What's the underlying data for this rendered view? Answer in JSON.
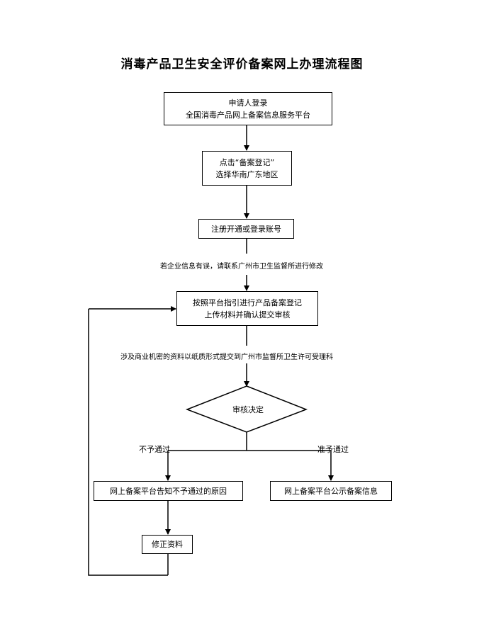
{
  "title": "消毒产品卫生安全评价备案网上办理流程图",
  "steps": {
    "login": {
      "line1": "申请人登录",
      "line2": "全国消毒产品网上备案信息服务平台"
    },
    "register_click": {
      "line1": "点击“备案登记”",
      "line2": "选择华南广东地区"
    },
    "account": {
      "line1": "注册开通或登录账号"
    },
    "fill": {
      "line1": "按照平台指引进行产品备案登记",
      "line2": "上传材料并确认提交审核"
    },
    "decision": {
      "label": "审核决定"
    },
    "reject_notice": {
      "line1": "网上备案平台告知不予通过的原因"
    },
    "approve_notice": {
      "line1": "网上备案平台公示备案信息"
    },
    "revise": {
      "line1": "修正资料"
    }
  },
  "notes": {
    "enterprise_info": "若企业信息有误，请联系广州市卫生监督所进行修改",
    "confidential": "涉及商业机密的资料以纸质形式提交到广州市监督所卫生许可受理科",
    "rejected": "不予通过",
    "approved": "准予通过"
  }
}
